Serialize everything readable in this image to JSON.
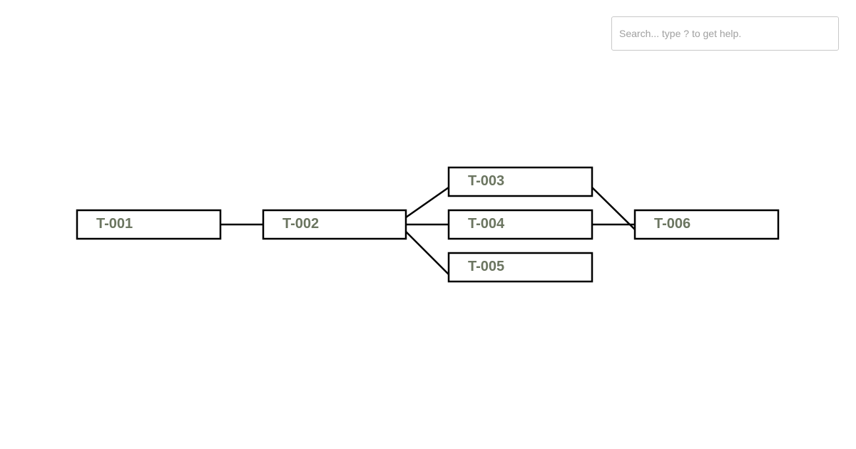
{
  "search": {
    "placeholder": "Search... type ? to get help.",
    "value": ""
  },
  "diagram": {
    "nodes": [
      {
        "id": "T-001",
        "label": "T-001"
      },
      {
        "id": "T-002",
        "label": "T-002"
      },
      {
        "id": "T-003",
        "label": "T-003"
      },
      {
        "id": "T-004",
        "label": "T-004"
      },
      {
        "id": "T-005",
        "label": "T-005"
      },
      {
        "id": "T-006",
        "label": "T-006"
      }
    ],
    "edges": [
      {
        "from": "T-001",
        "to": "T-002"
      },
      {
        "from": "T-002",
        "to": "T-003"
      },
      {
        "from": "T-002",
        "to": "T-004"
      },
      {
        "from": "T-002",
        "to": "T-005"
      },
      {
        "from": "T-003",
        "to": "T-006"
      },
      {
        "from": "T-004",
        "to": "T-006"
      }
    ],
    "colors": {
      "label": "#6b7560",
      "stroke": "#000000",
      "fill": "#ffffff"
    }
  }
}
